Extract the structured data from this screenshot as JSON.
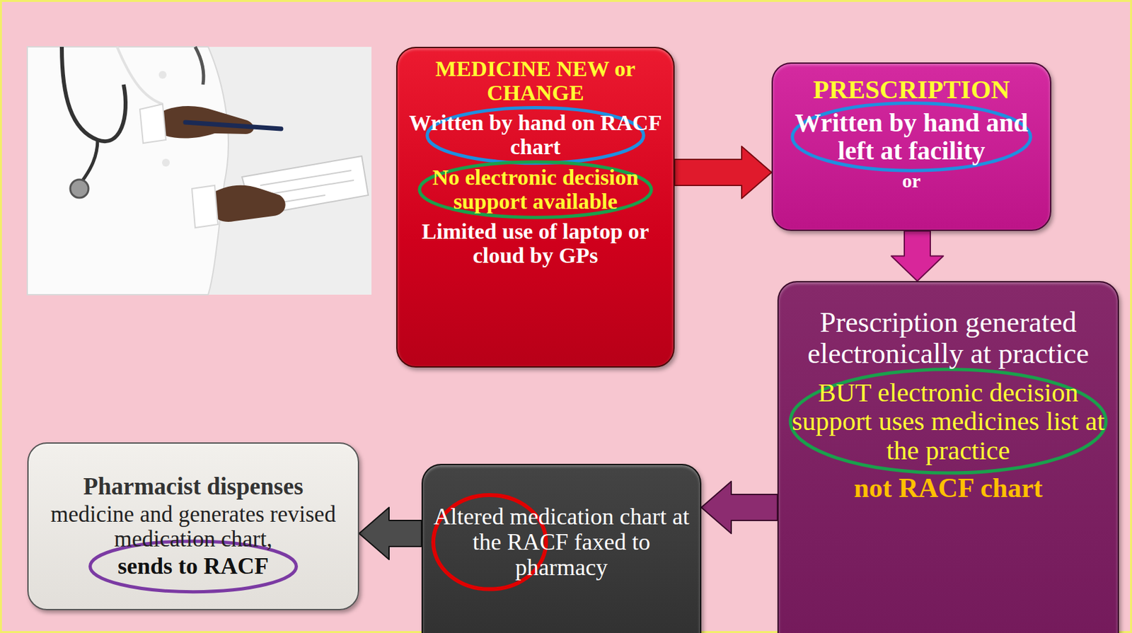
{
  "diagram": {
    "nodes": [
      {
        "text": [
          "MEDICINE NEW or CHANGE",
          "Written by hand on RACF chart",
          "No electronic decision support available",
          "Limited use of laptop or cloud by GPs"
        ]
      },
      {
        "text": [
          "PRESCRIPTION",
          "Written by hand and left at facility",
          "or"
        ]
      },
      {
        "text": [
          "Prescription generated electronically at practice",
          "BUT electronic decision support uses medicines list at the practice",
          "not RACF chart"
        ]
      },
      {
        "text": [
          "Altered medication chart at the RACF faxed to pharmacy"
        ]
      },
      {
        "text": [
          "Pharmacist dispenses",
          "medicine and generates revised medication chart,",
          "sends to RACF"
        ]
      }
    ],
    "edges": [
      {
        "from": 0,
        "to": 1,
        "arrow": "to"
      },
      {
        "from": 1,
        "to": 2,
        "arrow": "to"
      },
      {
        "from": 2,
        "to": 3,
        "arrow": "to"
      },
      {
        "from": 3,
        "to": 4,
        "arrow": "to"
      }
    ]
  }
}
